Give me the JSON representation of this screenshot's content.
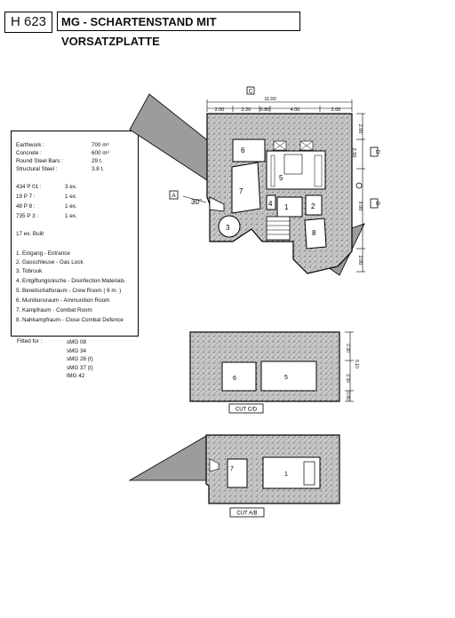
{
  "header": {
    "code": "H 623",
    "title": "MG -  SCHARTENSTAND MIT VORSATZPLATTE"
  },
  "materials": [
    {
      "label": "Earthwork :",
      "value": "700 m³"
    },
    {
      "label": "Concrete :",
      "value": "600 m³"
    },
    {
      "label": "Round Steel Bars :",
      "value": "29 t."
    },
    {
      "label": "Structural Steel :",
      "value": "3.8 t."
    }
  ],
  "fittings": [
    {
      "label": "434 P 01 :",
      "value": "3 ex."
    },
    {
      "label": "19 P 7 :",
      "value": "1 ex."
    },
    {
      "label": "48 P 8 :",
      "value": "1 ex."
    },
    {
      "label": "735 P 3 :",
      "value": "1 ex."
    }
  ],
  "built": "17 ex. Built",
  "rooms": [
    "1. Eingang - Entrance",
    "2. Gasschleuse - Gas Lock",
    "3. Tobrouk",
    "4. Entgiftungsnische - Disinfection Materials",
    "5. Bereitschaftsraum - Crew Room ( 6 m. )",
    "6. Munitionsraum - Ammunition Room",
    "7. Kampfraum - Combat Room",
    "8. Nahkampfraum - Close Combat Defence"
  ],
  "fitted": {
    "label": "Fitted for :",
    "items": [
      "sMG 08",
      "sMG 34",
      "sMG 26 (t)",
      "sMG 37 (t)",
      "lMG 42"
    ]
  },
  "plan": {
    "top_dims": [
      "2.00",
      "2.20",
      "0.80",
      "4.00",
      "2.00"
    ],
    "total_width": "11.00",
    "right_dims": [
      "2.00",
      "2.50",
      "9.00",
      "2.00"
    ],
    "angle": "30°",
    "marker_a": "A",
    "marker_b": "B",
    "marker_c": "C",
    "marker_d": "D",
    "room_numbers": [
      "1",
      "2",
      "3",
      "4",
      "5",
      "6",
      "7",
      "8"
    ]
  },
  "cut_cd": {
    "label": "CUT C/D",
    "room_numbers": [
      "6",
      "5"
    ],
    "dims": [
      "2.30",
      "5.10",
      "2.30",
      "0.80"
    ]
  },
  "cut_ab": {
    "label": "CUT A/B",
    "room_numbers": [
      "7",
      "1"
    ]
  },
  "colors": {
    "concrete": "#cfcfcf",
    "earth": "#9c9c9c",
    "line": "#000000"
  }
}
